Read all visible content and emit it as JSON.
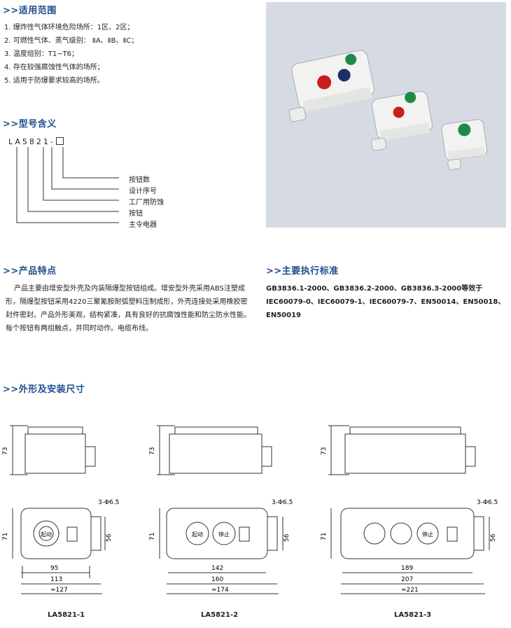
{
  "sections": {
    "scope": {
      "title": ">>适用范围",
      "items": [
        "1. 爆炸性气体环境危险场所：1区、2区；",
        "2. 可燃性气体、蒸气级别： ⅡA、ⅡB、ⅡC；",
        "3. 温度组别：T1~T6；",
        "4. 存在较强腐蚀性气体的场所；",
        "5. 适用于防爆要求较高的场所。"
      ]
    },
    "model": {
      "title": ">>型号含义",
      "code": "LA5821-",
      "labels": [
        "按钮数",
        "设计序号",
        "工厂用防蚀",
        "按钮",
        "主令电器"
      ]
    },
    "features": {
      "title": ">>产品特点",
      "text": "产品主要由增安型外壳及内装隔爆型按钮组成。增安型外壳采用ABS注塑成形，隔爆型按钮采用4220三聚氰胺耐弧塑料压制成形，外壳连接处采用橡胶密封件密封。产品外形美观，结构紧凑，具有良好的抗腐蚀性能和防尘防水性能。每个按钮有两组触点，并同时动作。电缆布线。"
    },
    "standards": {
      "title": ">>主要执行标准",
      "text": "GB3836.1-2000、GB3836.2-2000、GB3836.3-2000等效于IEC60079-0、IEC60079-1、IEC60079-7、EN50014、EN50018、EN50019"
    },
    "dims": {
      "title": ">>外形及安装尺寸",
      "height_label": "73",
      "depth_label": "71",
      "side_label": "56",
      "hole_label": "3-Φ6.5",
      "button_labels": [
        "起动",
        "停止"
      ],
      "drawings": [
        {
          "caption": "LA5821-1",
          "d1": "95",
          "d2": "113",
          "d3": "≈127"
        },
        {
          "caption": "LA5821-2",
          "d1": "142",
          "d2": "160",
          "d3": "≈174"
        },
        {
          "caption": "LA5821-3",
          "d1": "189",
          "d2": "207",
          "d3": "≈221"
        }
      ]
    }
  },
  "colors": {
    "title": "#1f4e8c",
    "photo_bg": "#d6dbe3",
    "red_button": "#c81e1e",
    "green_button": "#1d8a4a",
    "blue_button": "#1b2f6b"
  }
}
